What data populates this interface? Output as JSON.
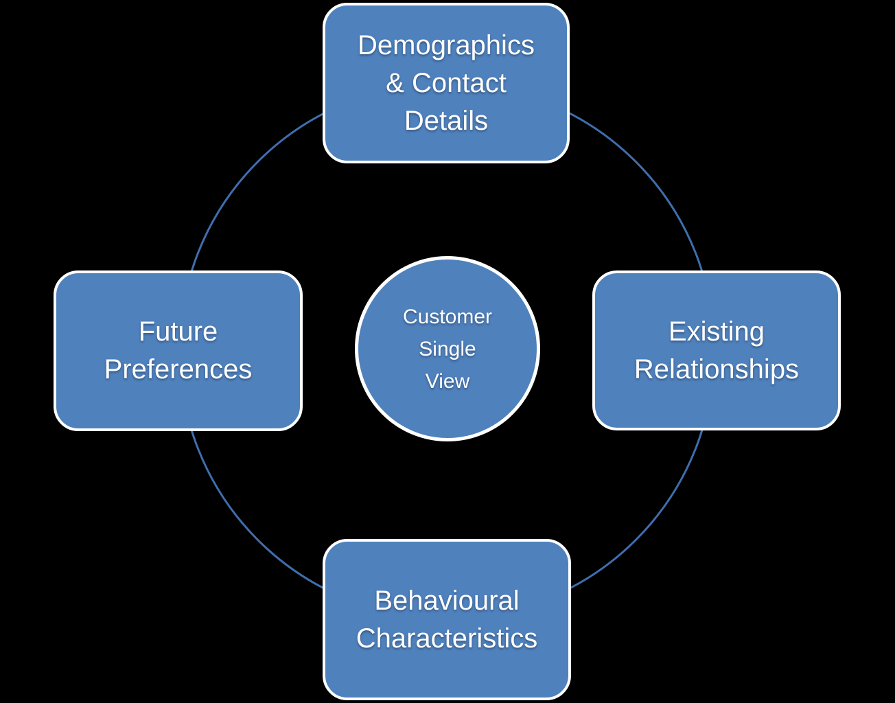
{
  "canvas": {
    "background_color": "#000000"
  },
  "colors": {
    "node_fill": "#4f81bd",
    "node_border": "#ffffff",
    "connector_circle": "#3f6eae",
    "text": "#ffffff"
  },
  "diagram": {
    "type": "cycle",
    "connector": "circle-ring",
    "center": {
      "id": "customer-single-view",
      "shape": "circle",
      "lines": [
        "Customer",
        "Single",
        "View"
      ]
    },
    "nodes": [
      {
        "id": "demographics-contact-details",
        "position": "top",
        "shape": "rounded-rectangle",
        "lines": [
          "Demographics",
          "& Contact",
          "Details"
        ]
      },
      {
        "id": "existing-relationships",
        "position": "right",
        "shape": "rounded-rectangle",
        "lines": [
          "Existing",
          "Relationships"
        ]
      },
      {
        "id": "behavioural-characteristics",
        "position": "bottom",
        "shape": "rounded-rectangle",
        "lines": [
          "Behavioural",
          "Characteristics"
        ]
      },
      {
        "id": "future-preferences",
        "position": "left",
        "shape": "rounded-rectangle",
        "lines": [
          "Future",
          "Preferences"
        ]
      }
    ]
  }
}
